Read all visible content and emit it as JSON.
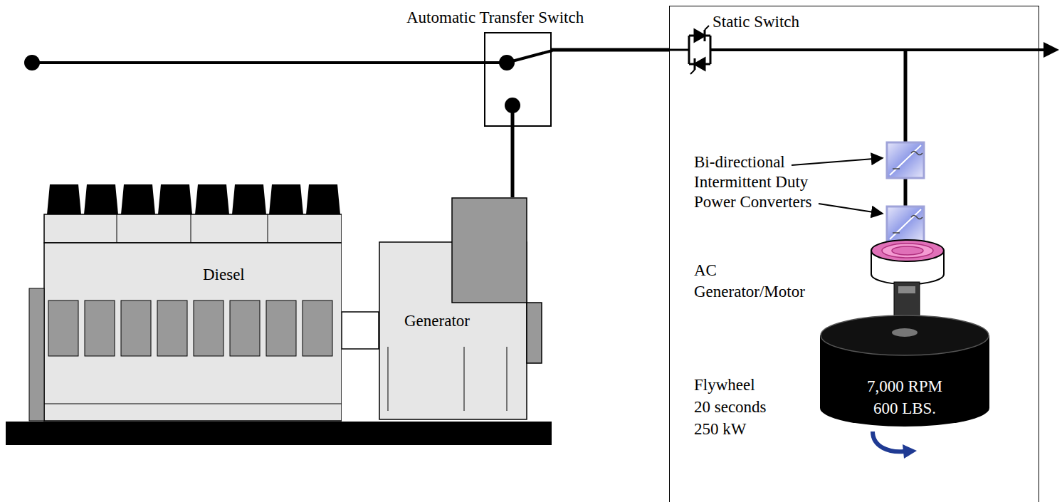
{
  "diagram": {
    "nodes": [
      {
        "text": [
          "Automatic Transfer Switch"
        ]
      },
      {
        "text": [
          "Static Switch"
        ]
      },
      {
        "text": [
          "Diesel"
        ]
      },
      {
        "text": [
          "Generator"
        ]
      },
      {
        "text": [
          "7,000 RPM 600 LBS."
        ],
        "in": 1
      }
    ],
    "edges": [
      {
        "from": 3,
        "to": 0,
        "arrow": "none"
      },
      {
        "from": 0,
        "to": 1,
        "arrow": "none"
      }
    ],
    "labels": [
      "Bi-directional Intermittent Duty Power Converters",
      "AC Generator/Motor",
      "Flywheel 20 seconds 250 kW"
    ]
  }
}
